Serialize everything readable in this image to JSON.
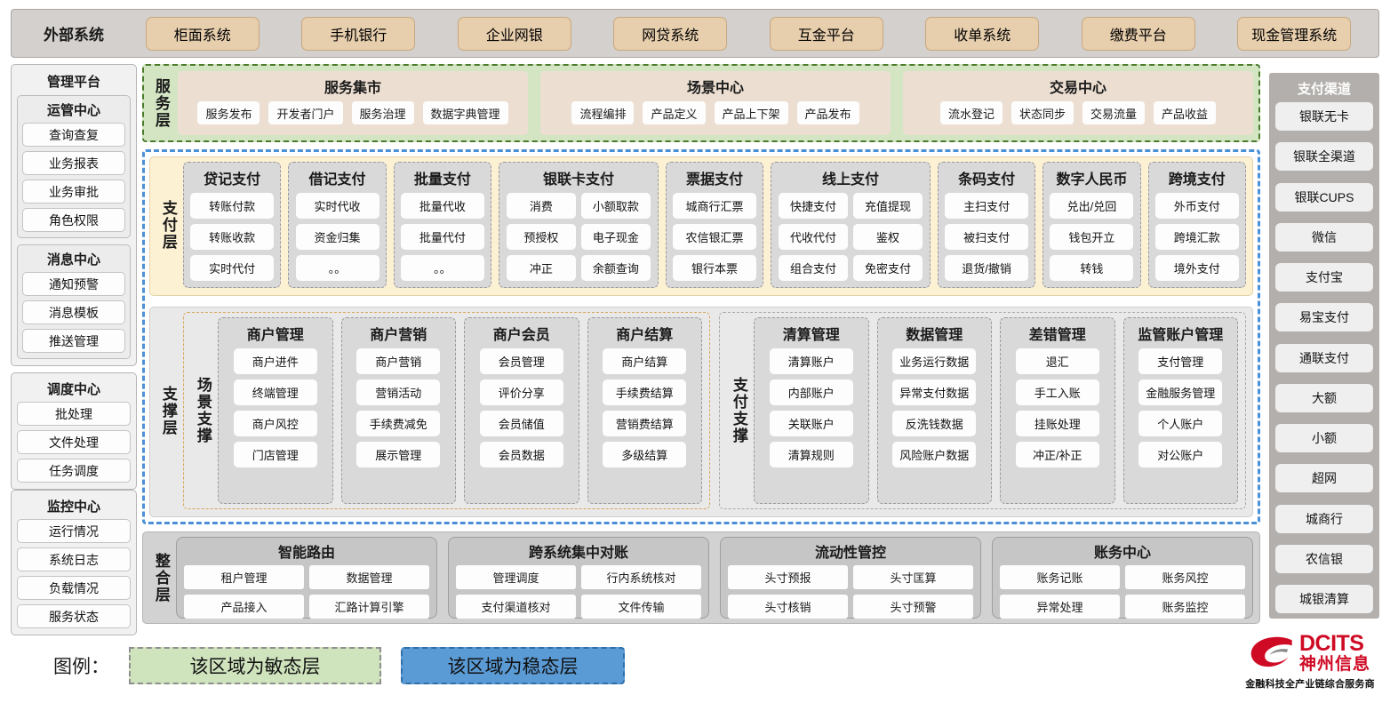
{
  "external": {
    "title": "外部系统",
    "items": [
      "柜面系统",
      "手机银行",
      "企业网银",
      "网贷系统",
      "互金平台",
      "收单系统",
      "缴费平台",
      "现金管理系统"
    ]
  },
  "manage_platform": {
    "title": "管理平台",
    "groups": [
      {
        "title": "运管中心",
        "items": [
          "查询查复",
          "业务报表",
          "业务审批",
          "角色权限"
        ]
      },
      {
        "title": "消息中心",
        "items": [
          "通知预警",
          "消息模板",
          "推送管理"
        ]
      }
    ],
    "standalone": [
      {
        "title": "调度中心",
        "items": [
          "批处理",
          "文件处理",
          "任务调度"
        ]
      },
      {
        "title": "监控中心",
        "items": [
          "运行情况",
          "系统日志",
          "负载情况",
          "服务状态"
        ]
      }
    ]
  },
  "service_layer": {
    "label": "服务层",
    "groups": [
      {
        "title": "服务集市",
        "items": [
          "服务发布",
          "开发者门户",
          "服务治理",
          "数据字典管理"
        ]
      },
      {
        "title": "场景中心",
        "items": [
          "流程编排",
          "产品定义",
          "产品上下架",
          "产品发布"
        ]
      },
      {
        "title": "交易中心",
        "items": [
          "流水登记",
          "状态同步",
          "交易流量",
          "产品收益"
        ]
      }
    ]
  },
  "pay_layer": {
    "label": "支付层",
    "groups": [
      {
        "title": "贷记支付",
        "cols": 1,
        "rows": [
          [
            "转账付款"
          ],
          [
            "转账收款"
          ],
          [
            "实时代付"
          ]
        ]
      },
      {
        "title": "借记支付",
        "cols": 1,
        "rows": [
          [
            "实时代收"
          ],
          [
            "资金归集"
          ],
          [
            "。。"
          ]
        ]
      },
      {
        "title": "批量支付",
        "cols": 1,
        "rows": [
          [
            "批量代收"
          ],
          [
            "批量代付"
          ],
          [
            "。。"
          ]
        ]
      },
      {
        "title": "银联卡支付",
        "cols": 2,
        "rows": [
          [
            "消费",
            "小额取款"
          ],
          [
            "预授权",
            "电子现金"
          ],
          [
            "冲正",
            "余额查询"
          ]
        ]
      },
      {
        "title": "票据支付",
        "cols": 1,
        "rows": [
          [
            "城商行汇票"
          ],
          [
            "农信银汇票"
          ],
          [
            "银行本票"
          ]
        ]
      },
      {
        "title": "线上支付",
        "cols": 2,
        "rows": [
          [
            "快捷支付",
            "充值提现"
          ],
          [
            "代收代付",
            "鉴权"
          ],
          [
            "组合支付",
            "免密支付"
          ]
        ]
      },
      {
        "title": "条码支付",
        "cols": 1,
        "rows": [
          [
            "主扫支付"
          ],
          [
            "被扫支付"
          ],
          [
            "退货/撤销"
          ]
        ]
      },
      {
        "title": "数字人民币",
        "cols": 1,
        "rows": [
          [
            "兑出/兑回"
          ],
          [
            "钱包开立"
          ],
          [
            "转钱"
          ]
        ]
      },
      {
        "title": "跨境支付",
        "cols": 1,
        "rows": [
          [
            "外币支付"
          ],
          [
            "跨境汇款"
          ],
          [
            "境外支付"
          ]
        ]
      }
    ]
  },
  "support_layer": {
    "label": "支撑层",
    "boxes": [
      {
        "label": "场景支撑",
        "groups": [
          {
            "title": "商户管理",
            "items": [
              "商户进件",
              "终端管理",
              "商户风控",
              "门店管理"
            ]
          },
          {
            "title": "商户营销",
            "items": [
              "商户营销",
              "营销活动",
              "手续费减免",
              "展示管理"
            ]
          },
          {
            "title": "商户会员",
            "items": [
              "会员管理",
              "评价分享",
              "会员储值",
              "会员数据"
            ]
          },
          {
            "title": "商户结算",
            "items": [
              "商户结算",
              "手续费结算",
              "营销费结算",
              "多级结算"
            ]
          }
        ]
      },
      {
        "label": "支付支撑",
        "groups": [
          {
            "title": "清算管理",
            "items": [
              "清算账户",
              "内部账户",
              "关联账户",
              "清算规则"
            ]
          },
          {
            "title": "数据管理",
            "items": [
              "业务运行数据",
              "异常支付数据",
              "反洗钱数据",
              "风险账户数据"
            ]
          },
          {
            "title": "差错管理",
            "items": [
              "退汇",
              "手工入账",
              "挂账处理",
              "冲正/补正"
            ]
          },
          {
            "title": "监管账户管理",
            "items": [
              "支付管理",
              "金融服务管理",
              "个人账户",
              "对公账户"
            ]
          }
        ]
      }
    ]
  },
  "integration_layer": {
    "label": "整合层",
    "groups": [
      {
        "title": "智能路由",
        "items": [
          "租户管理",
          "数据管理",
          "产品接入",
          "汇路计算引擎"
        ]
      },
      {
        "title": "跨系统集中对账",
        "items": [
          "管理调度",
          "行内系统核对",
          "支付渠道核对",
          "文件传输"
        ]
      },
      {
        "title": "流动性管控",
        "items": [
          "头寸预报",
          "头寸匡算",
          "头寸核销",
          "头寸预警"
        ]
      },
      {
        "title": "账务中心",
        "items": [
          "账务记账",
          "账务风控",
          "异常处理",
          "账务监控"
        ]
      }
    ]
  },
  "payment_channels": {
    "title": "支付渠道",
    "items": [
      "银联无卡",
      "银联全渠道",
      "银联CUPS",
      "微信",
      "支付宝",
      "易宝支付",
      "通联支付",
      "大额",
      "小额",
      "超网",
      "城商行",
      "农信银",
      "城银清算"
    ]
  },
  "legend": {
    "label": "图例：",
    "agile": "该区域为敏态层",
    "stable": "该区域为稳态层",
    "agile_color": "#cfe3bd",
    "stable_color": "#5b9bd5"
  },
  "logo": {
    "en": "DCITS",
    "cn": "神州信息",
    "tagline": "金融科技全产业链综合服务商",
    "brand_color": "#cf0a24"
  }
}
